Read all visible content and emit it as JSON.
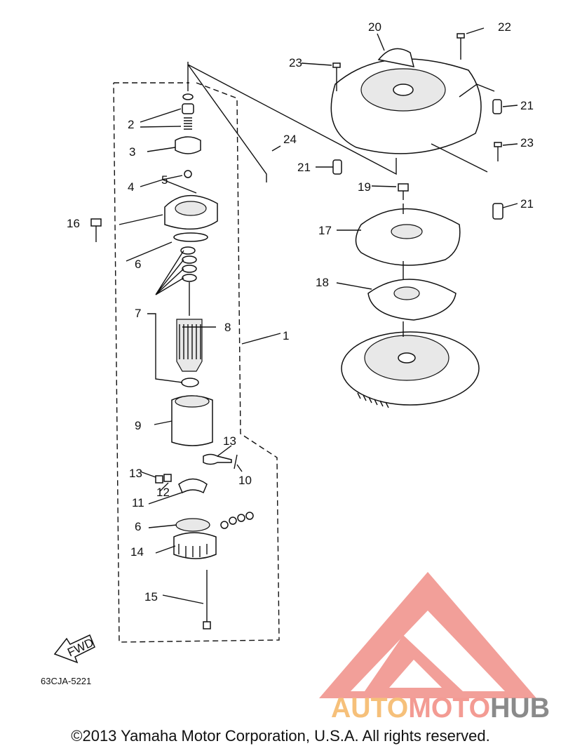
{
  "diagram": {
    "callouts": [
      "1",
      "2",
      "3",
      "4",
      "5",
      "6",
      "7",
      "8",
      "9",
      "10",
      "11",
      "12",
      "13",
      "14",
      "15",
      "16",
      "17",
      "18",
      "19",
      "20",
      "21",
      "22",
      "23",
      "24"
    ],
    "fwd_label": "FWD",
    "part_code": "63CJA-5221"
  },
  "watermark": {
    "part1": "AUTO",
    "part2": "MOTO",
    "part3": "HUB",
    "colors": {
      "auto": "#f6c07a",
      "moto": "#f39b93",
      "hub": "#8a8a8a",
      "logo": "#f08f88"
    }
  },
  "footer": {
    "copyright": "©2013 Yamaha Motor Corporation, U.S.A. All rights reserved."
  }
}
